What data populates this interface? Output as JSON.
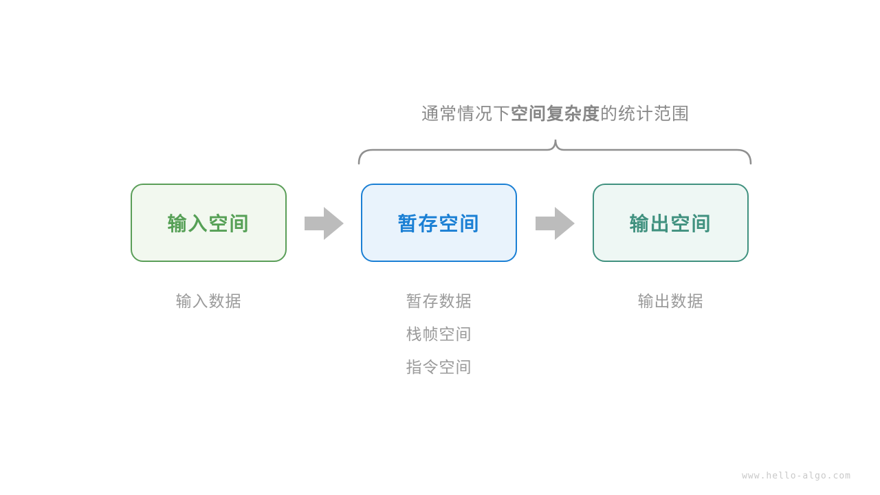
{
  "title": {
    "prefix": "通常情况下",
    "bold": "空间复杂度",
    "suffix": "的统计范围",
    "color": "#8a8a8a"
  },
  "brace": {
    "color": "#8f8f8f"
  },
  "boxes": [
    {
      "label": "输入空间",
      "border_color": "#5a9e58",
      "fill_color": "#f2f8ef",
      "text_color": "#56a056"
    },
    {
      "label": "暂存空间",
      "border_color": "#1a7fd4",
      "fill_color": "#e9f3fc",
      "text_color": "#1a7fd4"
    },
    {
      "label": "输出空间",
      "border_color": "#40917f",
      "fill_color": "#eef7f4",
      "text_color": "#40917f"
    }
  ],
  "arrow": {
    "color": "#bcbcbc"
  },
  "notes": [
    {
      "lines": [
        "输入数据"
      ]
    },
    {
      "lines": [
        "暂存数据",
        "栈帧空间",
        "指令空间"
      ]
    },
    {
      "lines": [
        "输出数据"
      ]
    }
  ],
  "watermark": {
    "text": "www.hello-algo.com",
    "color": "#c9c9c9"
  }
}
